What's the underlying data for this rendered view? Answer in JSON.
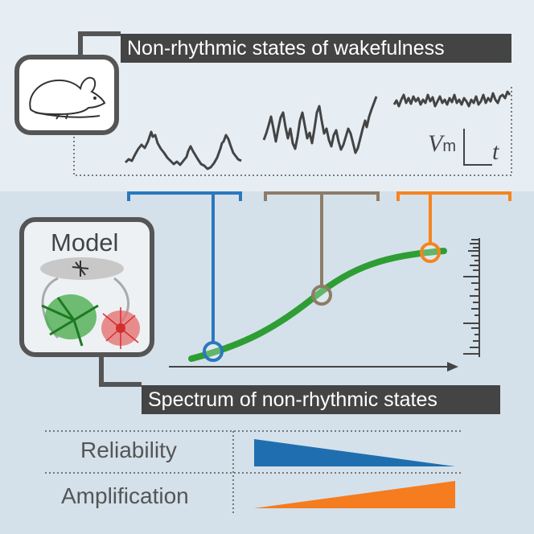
{
  "header": {
    "title": "Non-rhythmic states of wakefulness"
  },
  "scale_bar": {
    "v_label": "V",
    "v_sub": "m",
    "t_label": "t"
  },
  "model": {
    "label": "Model"
  },
  "spectrum": {
    "title": "Spectrum of non-rhythmic states"
  },
  "metrics": [
    {
      "label": "Reliability",
      "direction": "decreasing",
      "color": "#1f6fb0"
    },
    {
      "label": "Amplification",
      "direction": "increasing",
      "color": "#f57c1f"
    }
  ],
  "colors": {
    "state1": "#2a78bd",
    "state2": "#8c7c68",
    "state3": "#f5841f",
    "curve": "#2e9e34",
    "dark": "#444444"
  },
  "icons": [
    "mouse-icon",
    "neuron-network-icon"
  ]
}
